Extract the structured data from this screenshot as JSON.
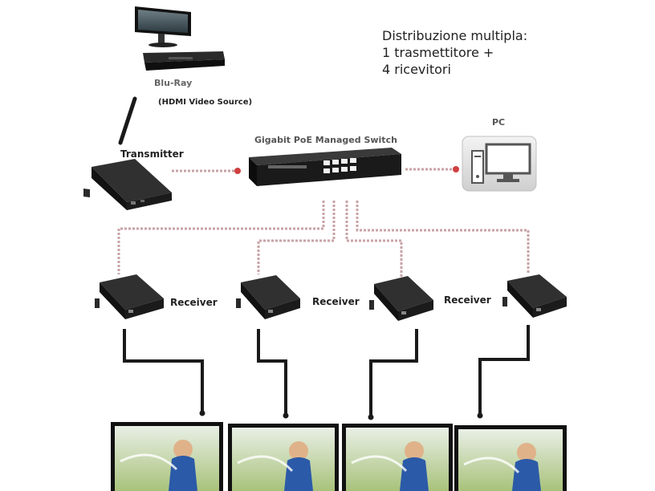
{
  "title": {
    "line1": "Distribuzione multipla:",
    "line2": "1 trasmettitore +",
    "line3": "4 ricevitori"
  },
  "source": {
    "name": "Blu-Ray",
    "subtitle": "(HDMI Video Source)"
  },
  "transmitter": {
    "label": "Transmitter"
  },
  "switch": {
    "label": "Gigabit PoE Managed Switch"
  },
  "pc": {
    "label": "PC"
  },
  "receivers": [
    {
      "label": "Receiver"
    },
    {
      "label": "Receiver"
    },
    {
      "label": "Receiver"
    },
    {
      "label": ""
    }
  ],
  "colors": {
    "network_cable": "#c9a3a6",
    "hdmi_cable": "#1a1a1a",
    "device_body": "#1c1c1c",
    "label_text": "#333333"
  }
}
